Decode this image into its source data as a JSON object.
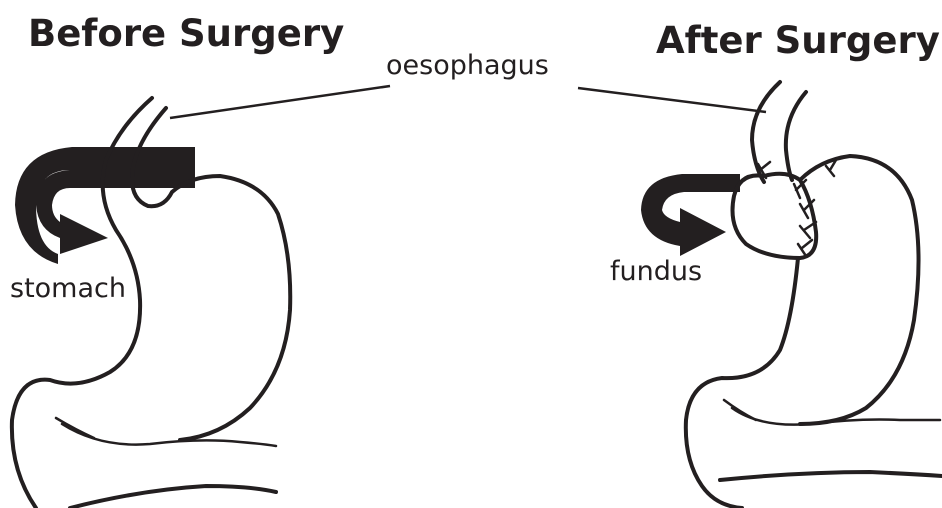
{
  "titles": {
    "before": "Before Surgery",
    "after": "After Surgery"
  },
  "labels": {
    "oesophagus": "oesophagus",
    "stomach": "stomach",
    "fundus": "fundus"
  },
  "colors": {
    "ink": "#231f20",
    "background": "#ffffff"
  }
}
